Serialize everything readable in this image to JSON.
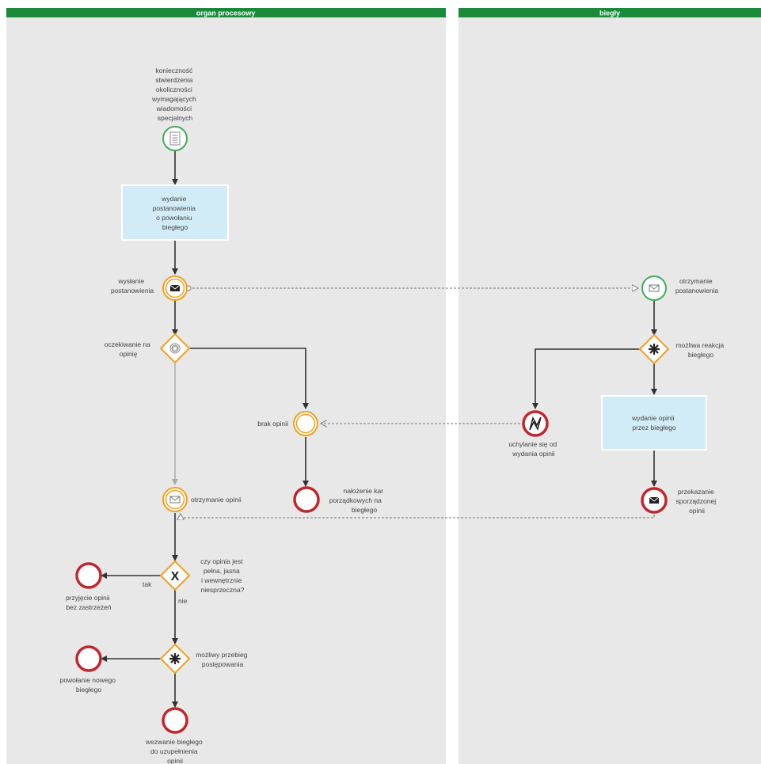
{
  "colors": {
    "lane_header": "#1a8a3a",
    "lane_bg": "#e8e8e8",
    "start": "#3fae5a",
    "intermediate": "#f0a020",
    "end": "#c0272d",
    "gateway": "#f0a020",
    "task_fill": "#d2ecf7",
    "task_stroke": "#ffffff",
    "flow": "#333333",
    "message_flow": "#777777"
  },
  "lanes": {
    "left": "organ procesowy",
    "right": "biegły"
  },
  "labels": {
    "start_event": [
      "konieczność",
      "stwierdzenia",
      "okoliczności",
      "wymagających",
      "wiadomości",
      "specjalnych"
    ],
    "task_issue": [
      "wydanie",
      "postanowienia",
      "o powołaniu",
      "biegłego"
    ],
    "send_decision": [
      "wysłanie",
      "postanowienia"
    ],
    "await_opinion": [
      "oczekiwanie na",
      "opinię"
    ],
    "no_opinion": [
      "brak opinii"
    ],
    "penalties": [
      "nałożenie kar",
      "porządkowych  na",
      "biegłego"
    ],
    "receive_opinion": [
      "otrzymanie opinii"
    ],
    "question": [
      "czy opinia jest",
      "pełna, jasna",
      "i wewnętrznie",
      "niesprzeczna?"
    ],
    "yes": "tak",
    "no": "nie",
    "accept": [
      "przyjęcie opinii",
      "bez zastrzeżeń"
    ],
    "possible_course": [
      "możliwy przebieg",
      "postępowania"
    ],
    "appoint_new": [
      "powołanie nowego",
      "biegłego"
    ],
    "summon": [
      "wezwanie biegłego",
      "do uzupełnienia",
      "opinii"
    ],
    "receive_decision": [
      "otrzymanie",
      "postanowienia"
    ],
    "possible_reaction": [
      "możliwa reakcja",
      "biegłego"
    ],
    "evasion": [
      "uchylanie się od",
      "wydania opinii"
    ],
    "task_opinion": [
      "wydanie opinii",
      "przez biegłego"
    ],
    "send_opinion": [
      "przekazanie",
      "sporządzonej",
      "opinii"
    ]
  },
  "icons": {
    "start_event": "document-icon",
    "send_decision": "envelope-filled-icon",
    "await_opinion": "event-based-gateway-icon",
    "receive_opinion": "envelope-outline-icon",
    "question": "exclusive-x-icon",
    "possible_course": "complex-gateway-icon",
    "receive_decision": "envelope-outline-icon",
    "possible_reaction": "complex-gateway-icon",
    "evasion": "error-icon",
    "send_opinion": "envelope-filled-icon"
  }
}
